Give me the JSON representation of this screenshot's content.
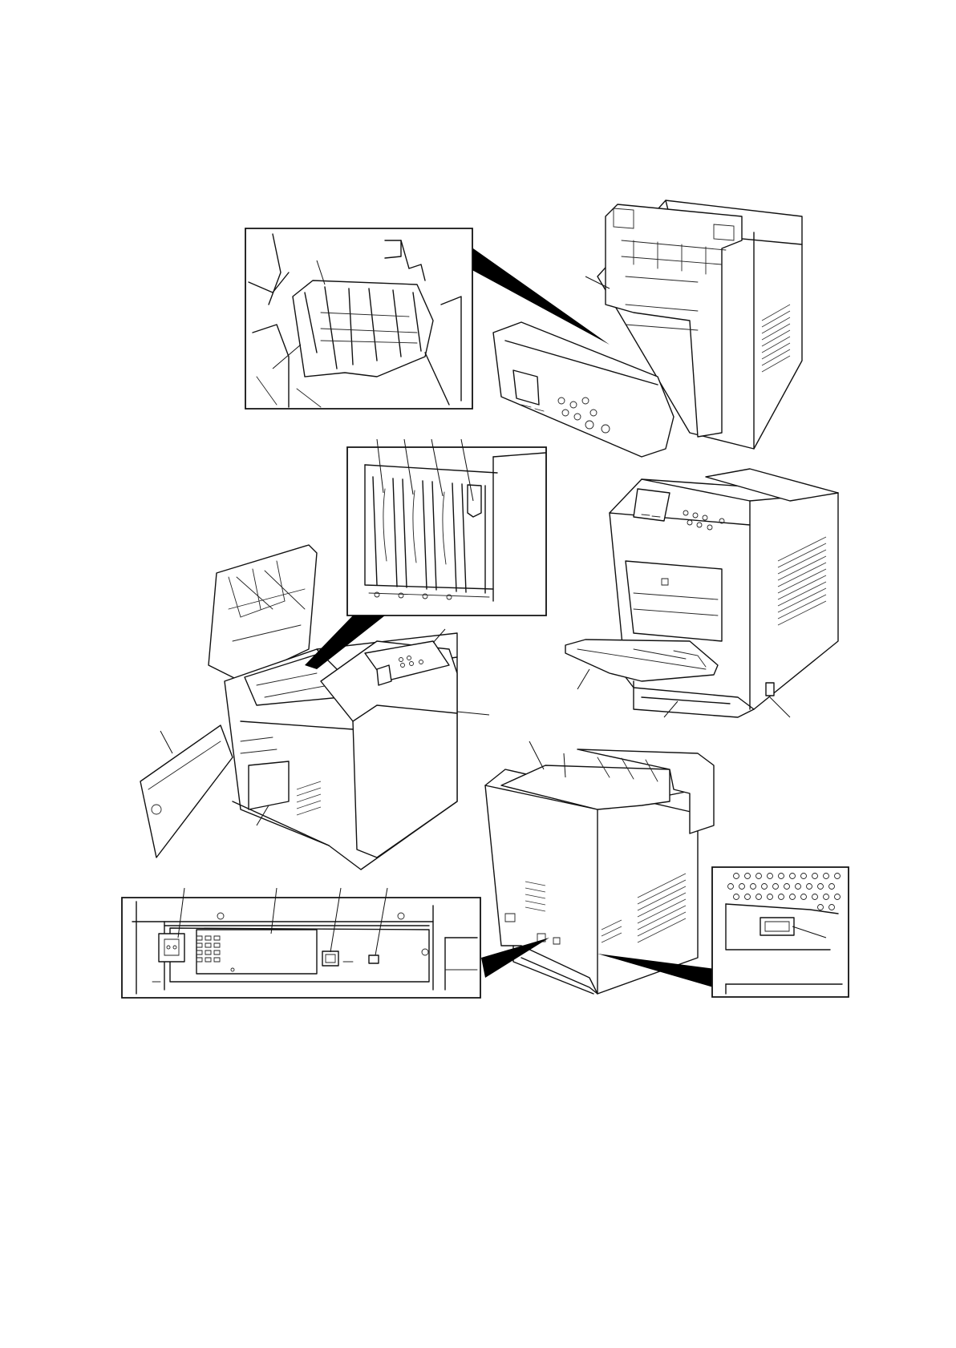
{
  "figure": {
    "line_color": "#111111",
    "background": "#ffffff",
    "views": [
      "printer-rear-cover-open-view",
      "fuser-detail-inset",
      "toner-container-inset",
      "printer-front-mp-tray-open-view",
      "printer-top-cover-open-view",
      "printer-rear-view",
      "interface-panel-inset",
      "power-switch-inset"
    ]
  }
}
